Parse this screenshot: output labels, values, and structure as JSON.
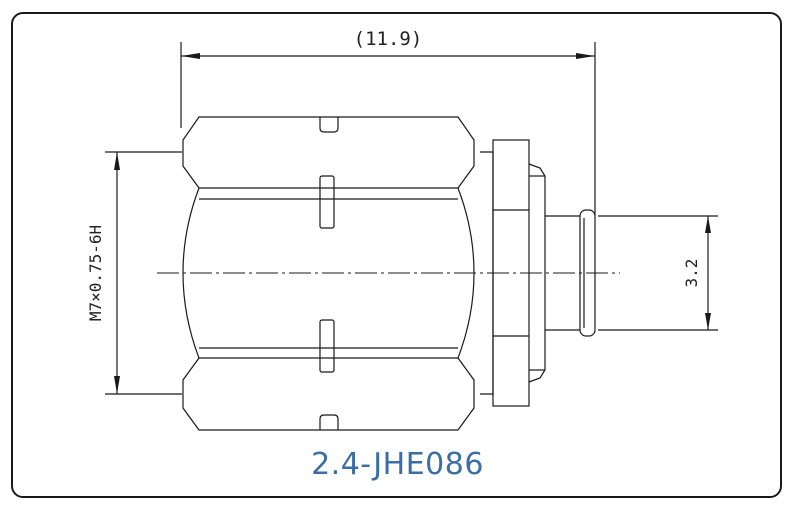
{
  "dimensions": {
    "overall_length": "(11.9)",
    "pin_diameter": "3.2",
    "thread_spec": "M7×0.75-6H"
  },
  "part_number": "2.4-JHE086",
  "colors": {
    "caption": "#3a6ea5",
    "line": "#1a1a1a"
  }
}
